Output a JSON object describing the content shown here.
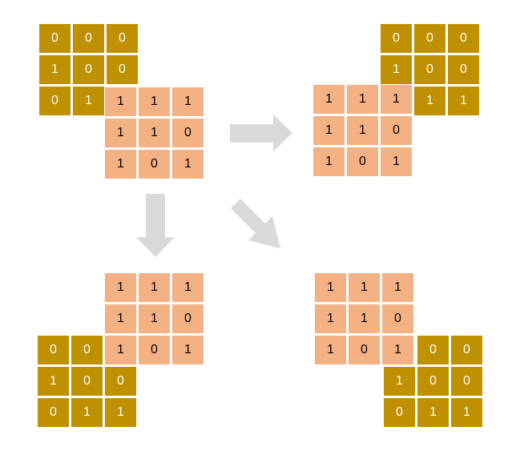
{
  "colors": {
    "gold": "#BF9000",
    "salmon": "#F4B183",
    "arrow": "#D9D9D9",
    "gold_text": "#FFFFFF",
    "salmon_text": "#000000"
  },
  "salmon_matrix": [
    [
      "1",
      "1",
      "1"
    ],
    [
      "1",
      "1",
      "0"
    ],
    [
      "1",
      "0",
      "1"
    ]
  ],
  "gold_matrix": [
    [
      "0",
      "0",
      "0"
    ],
    [
      "1",
      "0",
      "0"
    ],
    [
      "0",
      "1",
      "1"
    ]
  ],
  "panels": [
    {
      "id": "original",
      "gold_visible": [
        [
          true,
          true,
          true
        ],
        [
          true,
          true,
          true
        ],
        [
          true,
          true,
          false
        ]
      ],
      "salmon_on_top": true
    },
    {
      "id": "right-shift",
      "gold_visible": [
        [
          true,
          true,
          true
        ],
        [
          true,
          true,
          true
        ],
        [
          false,
          true,
          true
        ]
      ],
      "salmon_on_top": true
    },
    {
      "id": "down-shift",
      "gold_visible": [
        [
          true,
          true,
          false
        ],
        [
          true,
          true,
          true
        ],
        [
          true,
          true,
          true
        ]
      ],
      "salmon_on_top": true
    },
    {
      "id": "diagonal-shift",
      "gold_visible": [
        [
          false,
          true,
          true
        ],
        [
          true,
          true,
          true
        ],
        [
          true,
          true,
          true
        ]
      ],
      "salmon_on_top": true
    }
  ],
  "arrows": [
    "right-arrow",
    "down-arrow",
    "diagonal-arrow"
  ]
}
